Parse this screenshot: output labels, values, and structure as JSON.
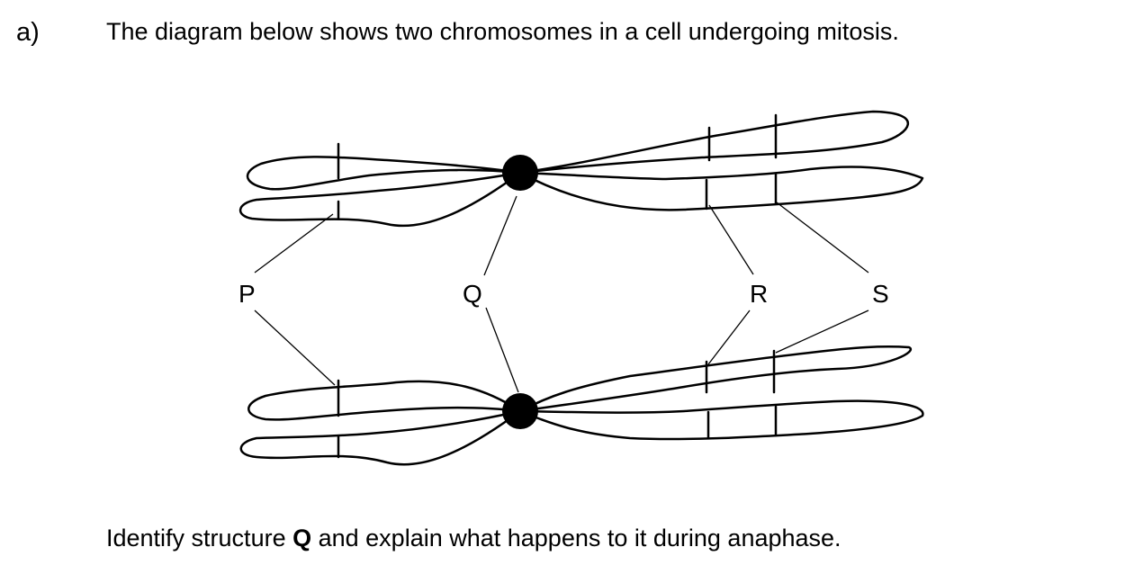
{
  "question_number": "a)",
  "stem": "The diagram below shows two chromosomes in a cell undergoing mitosis.",
  "diagram": {
    "labels": [
      "P",
      "Q",
      "R",
      "S"
    ]
  },
  "question": {
    "before": "Identify structure ",
    "bold": "Q",
    "after": " and explain what happens to it during anaphase."
  }
}
